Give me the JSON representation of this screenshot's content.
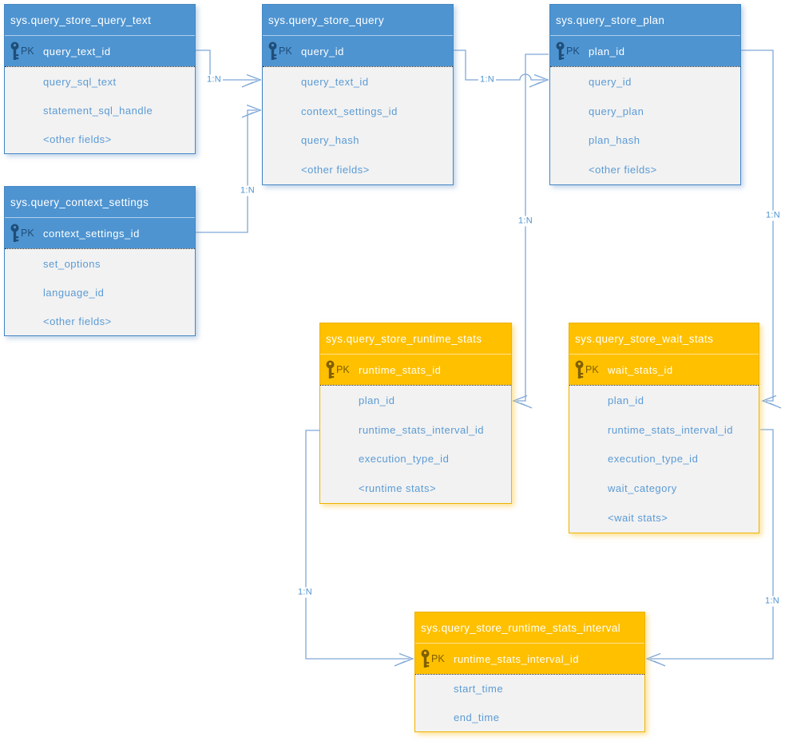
{
  "tables": [
    {
      "title": "sys.query_store_query_text",
      "theme": "blue",
      "pk_label": "PK",
      "pk_field": "query_text_id",
      "fields": [
        "query_sql_text",
        "statement_sql_handle",
        "<other fields>"
      ]
    },
    {
      "title": "sys.query_store_query",
      "theme": "blue",
      "pk_label": "PK",
      "pk_field": "query_id",
      "fields": [
        "query_text_id",
        "context_settings_id",
        "query_hash",
        "<other fields>"
      ]
    },
    {
      "title": "sys.query_store_plan",
      "theme": "blue",
      "pk_label": "PK",
      "pk_field": "plan_id",
      "fields": [
        "query_id",
        "query_plan",
        "plan_hash",
        "<other fields>"
      ]
    },
    {
      "title": "sys.query_context_settings",
      "theme": "blue",
      "pk_label": "PK",
      "pk_field": "context_settings_id",
      "fields": [
        "set_options",
        "language_id",
        "<other fields>"
      ]
    },
    {
      "title": "sys.query_store_runtime_stats",
      "theme": "orange",
      "pk_label": "PK",
      "pk_field": "runtime_stats_id",
      "fields": [
        "plan_id",
        "runtime_stats_interval_id",
        "execution_type_id",
        "<runtime stats>"
      ]
    },
    {
      "title": "sys.query_store_wait_stats",
      "theme": "orange",
      "pk_label": "PK",
      "pk_field": "wait_stats_id",
      "fields": [
        "plan_id",
        "runtime_stats_interval_id",
        "execution_type_id",
        "wait_category",
        "<wait stats>"
      ]
    },
    {
      "title": "sys.query_store_runtime_stats_interval",
      "theme": "orange",
      "pk_label": "PK",
      "pk_field": "runtime_stats_interval_id",
      "fields": [
        "start_time",
        "end_time"
      ]
    }
  ],
  "connectors": [
    {
      "label": "1:N"
    },
    {
      "label": "1:N"
    },
    {
      "label": "1:N"
    },
    {
      "label": "1:N"
    },
    {
      "label": "1:N"
    },
    {
      "label": "1:N"
    },
    {
      "label": "1:N"
    }
  ],
  "colors": {
    "header_blue": "#4E94D1",
    "header_orange": "#FFC000",
    "field_text": "#5B9BD5",
    "connector_line": "#7FA8D8",
    "pk_icon_blue": "#1F4E79",
    "pk_icon_orange": "#7F6000"
  }
}
